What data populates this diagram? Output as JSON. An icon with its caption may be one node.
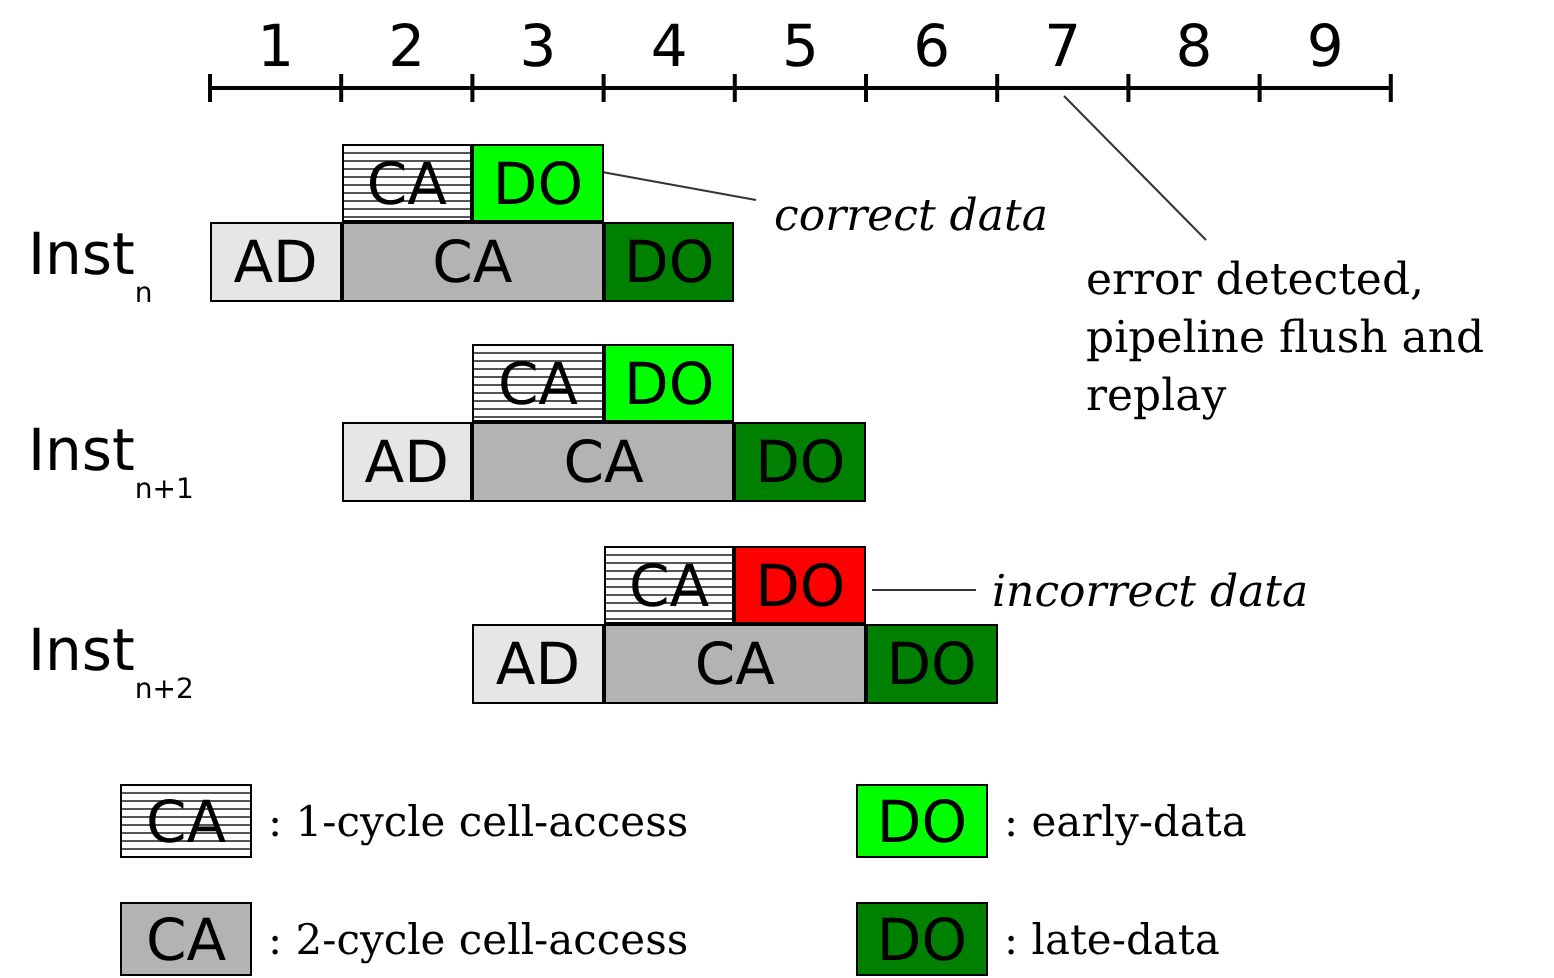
{
  "diagram": {
    "nodes": [
      {
        "text": [
          "CA"
        ]
      },
      {
        "text": [
          "DO"
        ]
      },
      {
        "text": [
          "AD"
        ]
      },
      {
        "text": [
          "CA"
        ]
      },
      {
        "text": [
          "DO"
        ]
      },
      {
        "text": [
          "CA"
        ]
      },
      {
        "text": [
          "DO"
        ]
      },
      {
        "text": [
          "AD"
        ]
      },
      {
        "text": [
          "CA"
        ]
      },
      {
        "text": [
          "DO"
        ]
      },
      {
        "text": [
          "CA"
        ]
      },
      {
        "text": [
          "DO"
        ]
      },
      {
        "text": [
          "AD"
        ]
      },
      {
        "text": [
          "CA"
        ]
      },
      {
        "text": [
          "DO"
        ]
      },
      {
        "text": [
          "correct data"
        ]
      },
      {
        "text": [
          "incorrect data"
        ]
      },
      {
        "text": [
          "error detected, pipeline flush and replay"
        ]
      },
      {
        "text": [
          "CA"
        ]
      },
      {
        "text": [
          "CA"
        ]
      },
      {
        "text": [
          "DO"
        ]
      },
      {
        "text": [
          "DO"
        ]
      }
    ],
    "legend": [
      {
        "text": ": 1-cycle cell-access"
      },
      {
        "text": ": 2-cycle cell-access"
      },
      {
        "text": ": early-data"
      },
      {
        "text": ": late-data"
      }
    ],
    "edges": [
      {
        "from": 15,
        "to": 1,
        "arrow": "none"
      },
      {
        "from": 16,
        "to": 11,
        "arrow": "none"
      },
      {
        "from": 17,
        "to": null,
        "arrow": "none"
      }
    ],
    "labels": [
      "1",
      "2",
      "3",
      "4",
      "5",
      "6",
      "7",
      "8",
      "9",
      "Inst$_{n}$",
      "Inst$_{n+1}$",
      "Inst$_{n+2}$"
    ]
  }
}
